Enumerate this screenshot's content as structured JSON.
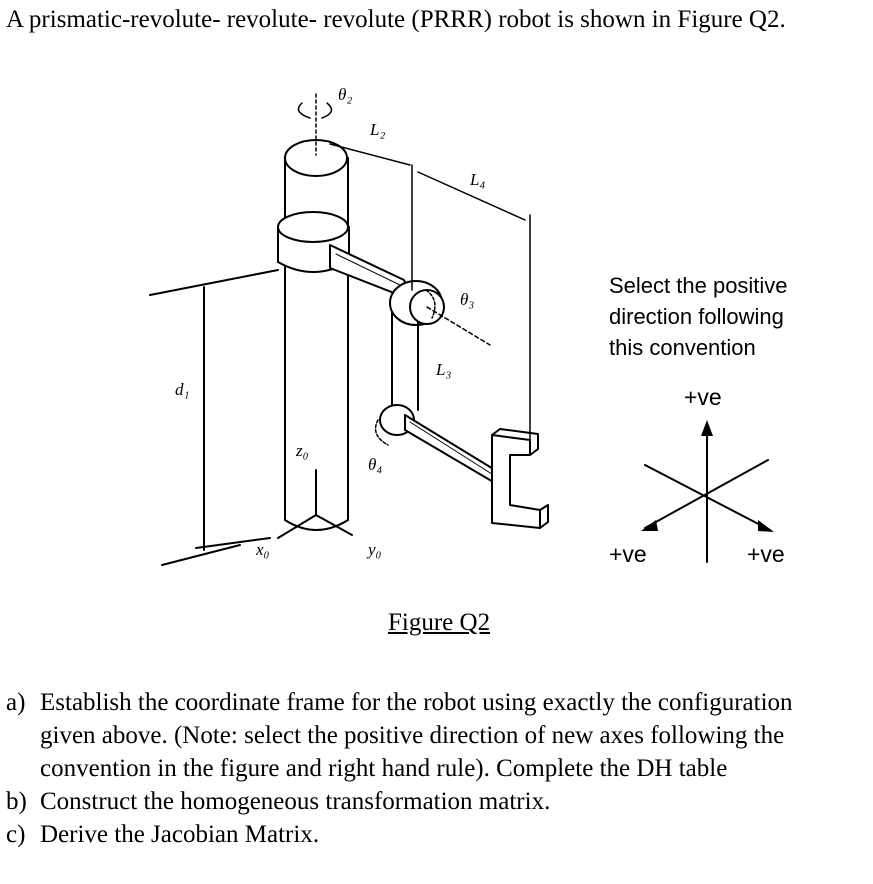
{
  "intro": "A prismatic-revolute- revolute- revolute (PRRR) robot is shown in Figure Q2.",
  "figure": {
    "caption": "Figure Q2",
    "labels": {
      "theta2": "θ₂",
      "l2": "L₂",
      "l4": "L₄",
      "theta3": "θ₃",
      "l3": "L₃",
      "d1": "d₁",
      "z0": "z₀",
      "theta4": "θ₄",
      "x0": "x₀",
      "y0": "y₀"
    },
    "convention": {
      "lines": [
        "Select the positive",
        "direction following",
        "this convention"
      ],
      "top": "+ve",
      "left": "+ve",
      "right": "+ve"
    }
  },
  "questions": [
    {
      "label": "a)",
      "lines": [
        "Establish the coordinate frame for the robot using exactly the configuration",
        "given above. (Note: select the positive direction of new axes following the",
        "convention in the figure and right hand rule). Complete the DH table"
      ]
    },
    {
      "label": "b)",
      "lines": [
        "Construct the homogeneous transformation matrix."
      ]
    },
    {
      "label": "c)",
      "lines": [
        "Derive the Jacobian Matrix."
      ]
    }
  ]
}
